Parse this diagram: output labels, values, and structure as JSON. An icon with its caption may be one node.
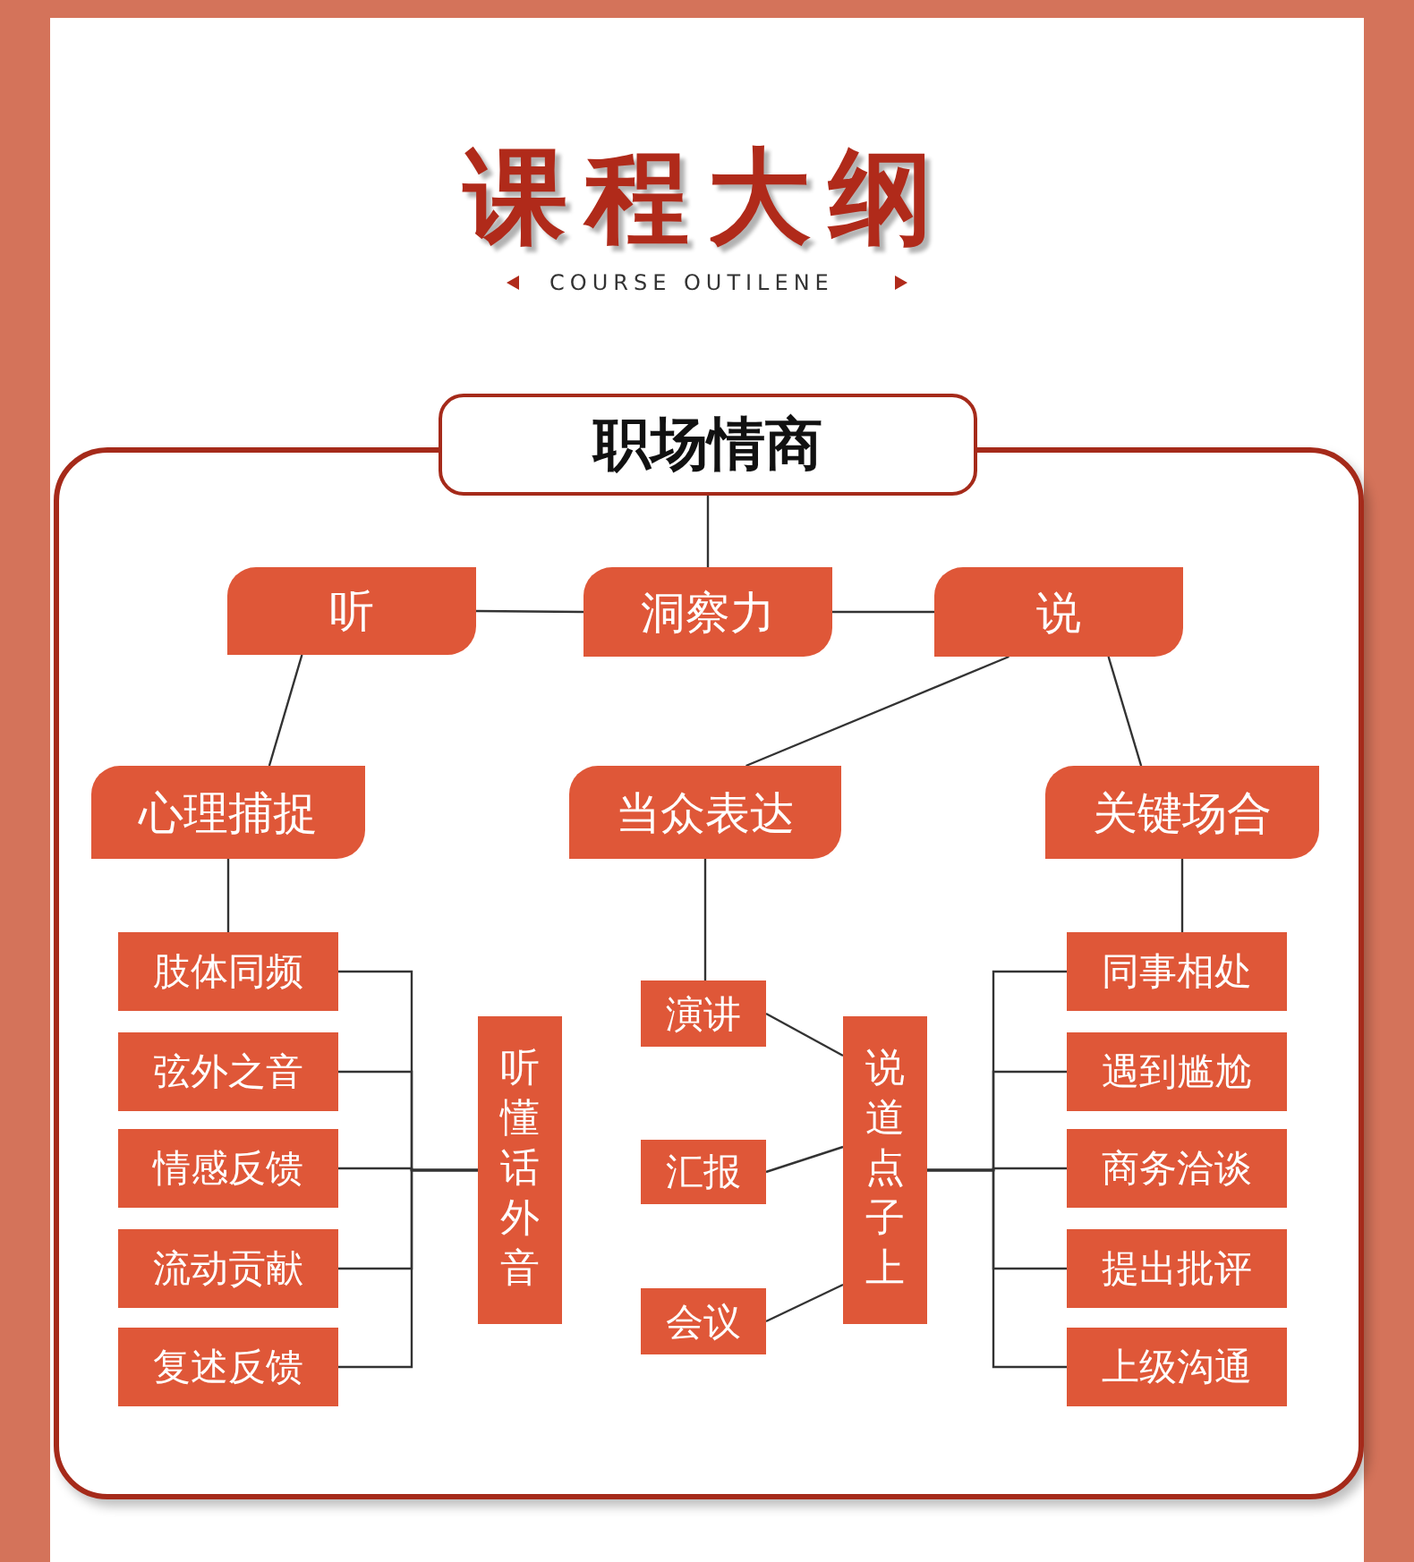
{
  "diagram": {
    "title": "课程大纲",
    "nodes": [
      {
        "text": [
          "职场情商"
        ]
      },
      {
        "text": [
          "听"
        ]
      },
      {
        "text": [
          "洞察力"
        ]
      },
      {
        "text": [
          "说"
        ]
      },
      {
        "text": [
          "心理捕捉"
        ]
      },
      {
        "text": [
          "当众表达"
        ]
      },
      {
        "text": [
          "关键场合"
        ]
      },
      {
        "text": [
          "肢体同频"
        ]
      },
      {
        "text": [
          "弦外之音"
        ]
      },
      {
        "text": [
          "情感反馈"
        ]
      },
      {
        "text": [
          "流动贡献"
        ]
      },
      {
        "text": [
          "复述反馈"
        ]
      },
      {
        "text": [
          "听懂话外音"
        ]
      },
      {
        "text": [
          "演讲"
        ]
      },
      {
        "text": [
          "汇报"
        ]
      },
      {
        "text": [
          "会议"
        ]
      },
      {
        "text": [
          "说道点子上"
        ]
      },
      {
        "text": [
          "同事相处"
        ]
      },
      {
        "text": [
          "遇到尴尬"
        ]
      },
      {
        "text": [
          "商务洽谈"
        ]
      },
      {
        "text": [
          "提出批评"
        ]
      },
      {
        "text": [
          "上级沟通"
        ]
      }
    ],
    "edges": [
      {
        "from": 0,
        "to": 2,
        "arrow": "none"
      },
      {
        "from": 1,
        "to": 2,
        "arrow": "none"
      },
      {
        "from": 2,
        "to": 3,
        "arrow": "none"
      },
      {
        "from": 1,
        "to": 4,
        "arrow": "none"
      },
      {
        "from": 3,
        "to": 5,
        "arrow": "none"
      },
      {
        "from": 3,
        "to": 6,
        "arrow": "none"
      },
      {
        "from": 4,
        "to": 7,
        "arrow": "none"
      },
      {
        "from": 5,
        "to": 13,
        "arrow": "none"
      },
      {
        "from": 6,
        "to": 17,
        "arrow": "none"
      },
      {
        "from": 7,
        "to": 12,
        "arrow": "none"
      },
      {
        "from": 8,
        "to": 12,
        "arrow": "none"
      },
      {
        "from": 9,
        "to": 12,
        "arrow": "none"
      },
      {
        "from": 10,
        "to": 12,
        "arrow": "none"
      },
      {
        "from": 11,
        "to": 12,
        "arrow": "none"
      },
      {
        "from": 13,
        "to": 16,
        "arrow": "none"
      },
      {
        "from": 14,
        "to": 16,
        "arrow": "none"
      },
      {
        "from": 15,
        "to": 16,
        "arrow": "none"
      },
      {
        "from": 16,
        "to": 17,
        "arrow": "none"
      },
      {
        "from": 16,
        "to": 18,
        "arrow": "none"
      },
      {
        "from": 16,
        "to": 19,
        "arrow": "none"
      },
      {
        "from": 16,
        "to": 20,
        "arrow": "none"
      },
      {
        "from": 16,
        "to": 21,
        "arrow": "none"
      }
    ],
    "labels": [
      "COURSE OUTILENE"
    ]
  }
}
